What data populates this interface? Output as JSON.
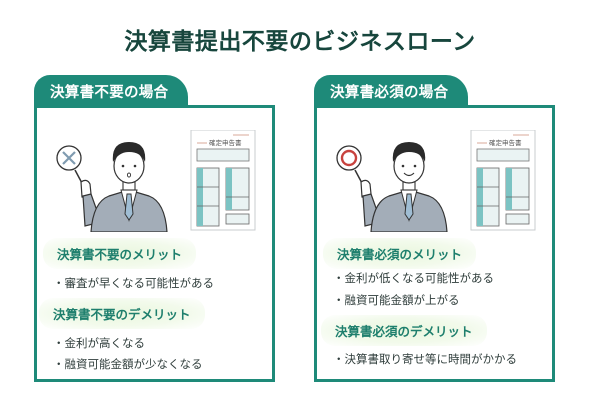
{
  "title": "決算書提出不要のビジネスローン",
  "colors": {
    "title": "#17463d",
    "accent": "#1e8a79",
    "subheading": "#1e7f6d",
    "subheading_bg": "#eaf7df"
  },
  "panels": [
    {
      "tab_label": "決算書不要の場合",
      "illustration": {
        "sign_icon": "cross-mark-icon",
        "sign_symbol": "×",
        "document_title": "確定申告書"
      },
      "merit": {
        "heading": "決算書不要のメリット",
        "items": [
          "・審査が早くなる可能性がある"
        ]
      },
      "demerit": {
        "heading": "決算書不要のデメリット",
        "items": [
          "・金利が高くなる",
          "・融資可能金額が少なくなる"
        ]
      }
    },
    {
      "tab_label": "決算書必須の場合",
      "illustration": {
        "sign_icon": "circle-mark-icon",
        "sign_symbol": "○",
        "document_title": "確定申告書"
      },
      "merit": {
        "heading": "決算書必須のメリット",
        "items": [
          "・金利が低くなる可能性がある",
          "・融資可能金額が上がる"
        ]
      },
      "demerit": {
        "heading": "決算書必須のデメリット",
        "items": [
          "・決算書取り寄せ等に時間がかかる"
        ]
      }
    }
  ]
}
